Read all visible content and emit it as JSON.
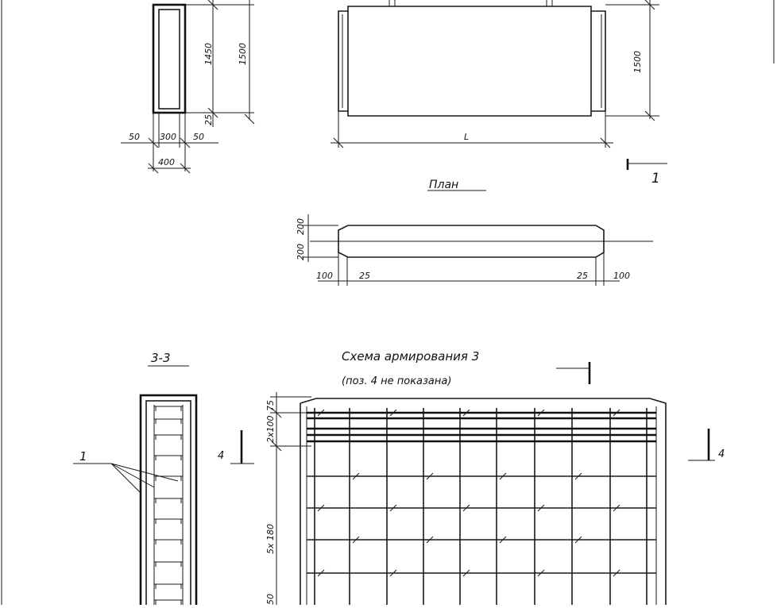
{
  "colors": {
    "ink": "#111111",
    "paper": "#ffffff"
  },
  "labels": {
    "plan_title": "План",
    "section_title": "3-3",
    "scheme_title_line1": "Схема армирования 3",
    "scheme_title_line2": "(поз. 4 не показана)",
    "section_marker_1": "1",
    "section_marker_4_left": "4",
    "section_marker_4_right": "4",
    "callout_1": "1"
  },
  "dimensions": {
    "end_view": {
      "height_total": "1500",
      "height_inner": "1450",
      "bottom": "25",
      "wall_left": "50",
      "inner_width": "300",
      "wall_right": "50",
      "total_width": "400"
    },
    "front_view": {
      "height": "1500",
      "length": "L"
    },
    "plan_view": {
      "top": "200",
      "bottom": "200",
      "end_left": "100",
      "lip_left": "25",
      "lip_right": "25",
      "end_right": "100"
    },
    "scheme": {
      "top_small": "75",
      "top_pair": "2x100",
      "middle": "5x 180",
      "bottom": "50"
    }
  }
}
